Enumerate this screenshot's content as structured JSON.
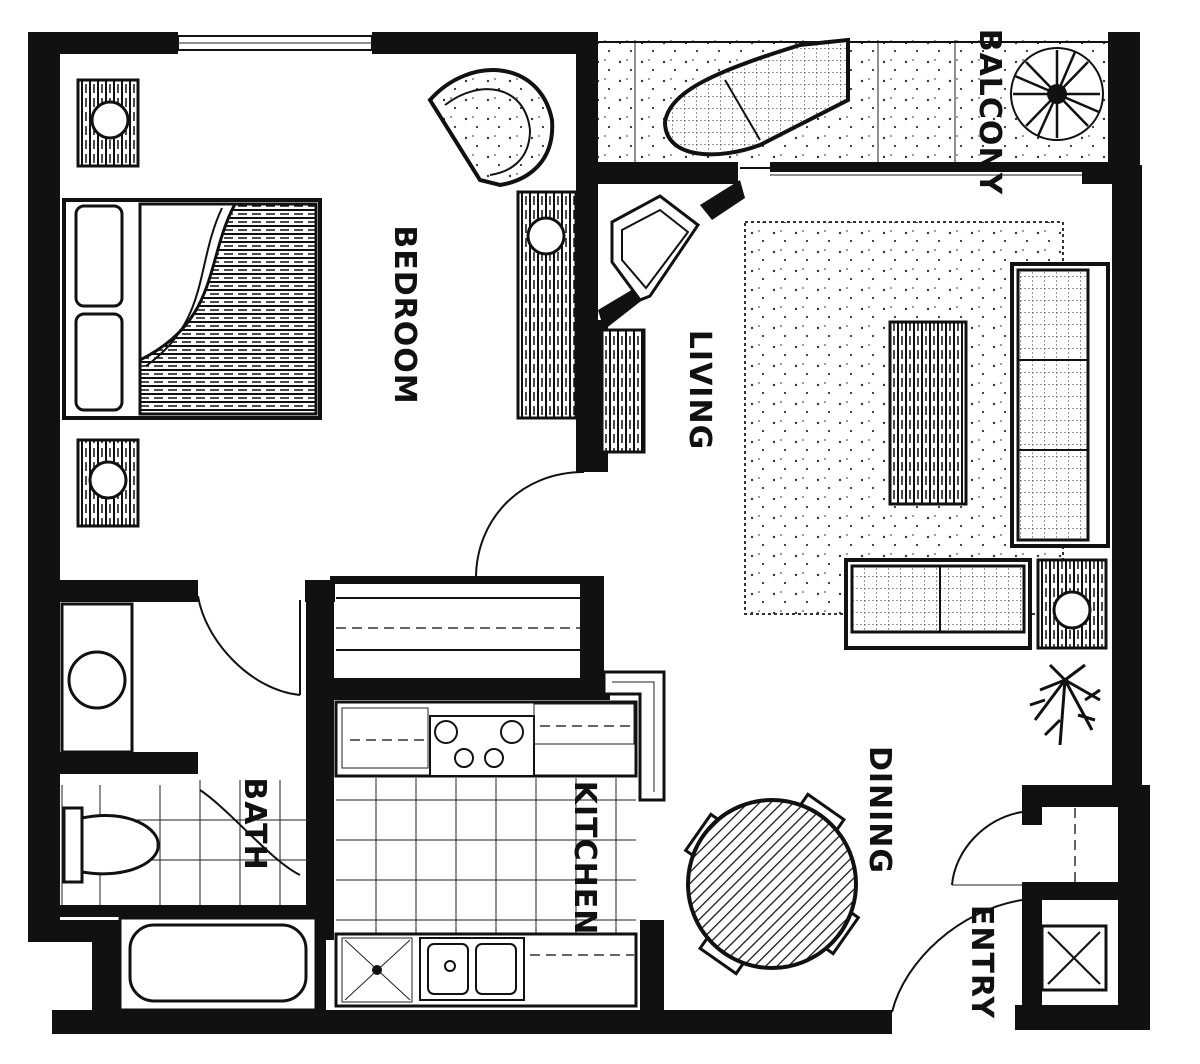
{
  "plan": {
    "rooms": [
      {
        "id": "bedroom",
        "label": "BEDROOM"
      },
      {
        "id": "living",
        "label": "LIVING"
      },
      {
        "id": "balcony",
        "label": "BALCONY"
      },
      {
        "id": "kitchen",
        "label": "KITCHEN"
      },
      {
        "id": "bath",
        "label": "BATH"
      },
      {
        "id": "dining",
        "label": "DINING"
      },
      {
        "id": "entry",
        "label": "ENTRY"
      }
    ]
  }
}
